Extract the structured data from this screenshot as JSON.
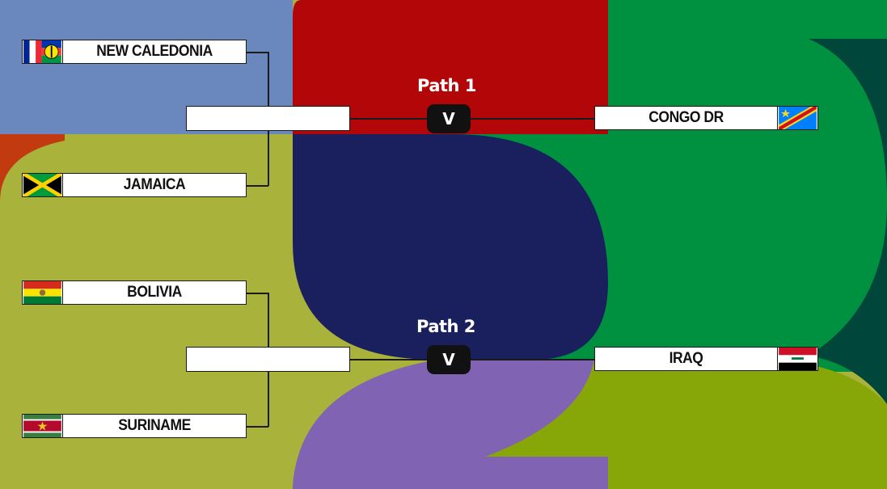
{
  "paths": [
    {
      "label": "Path 1",
      "vs_label": "V",
      "semi_a": "NEW CALEDONIA",
      "semi_b": "JAMAICA",
      "final_opponent": "CONGO DR"
    },
    {
      "label": "Path 2",
      "vs_label": "V",
      "semi_a": "BOLIVIA",
      "semi_b": "SURINAME",
      "final_opponent": "IRAQ"
    }
  ],
  "flags": {
    "new_caledonia": "new-caledonia-flag-icon",
    "jamaica": "jamaica-flag-icon",
    "bolivia": "bolivia-flag-icon",
    "suriname": "suriname-flag-icon",
    "congo_dr": "congo-dr-flag-icon",
    "iraq": "iraq-flag-icon"
  },
  "colors": {
    "blue_panel": "#6a88bd",
    "red_panel": "#b20608",
    "green_panel": "#009140",
    "dark_green": "#00463a",
    "olive": "#a9b23a",
    "navy": "#1a1f5e",
    "purple": "#8063b3",
    "lime": "#87a708",
    "orange_red": "#c23a0f"
  }
}
